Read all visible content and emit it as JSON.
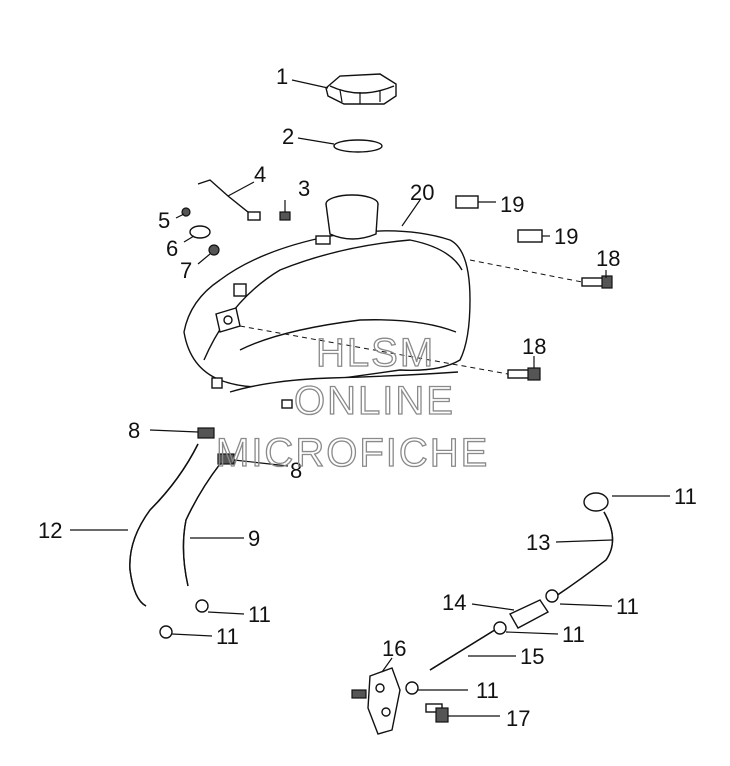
{
  "callouts": {
    "c1": "1",
    "c2": "2",
    "c3": "3",
    "c4": "4",
    "c5": "5",
    "c6": "6",
    "c7": "7",
    "c8a": "8",
    "c8b": "8",
    "c9": "9",
    "c11a": "11",
    "c11b": "11",
    "c11c": "11",
    "c11d": "11",
    "c11e": "11",
    "c11f": "11",
    "c12": "12",
    "c13": "13",
    "c14": "14",
    "c15": "15",
    "c16": "16",
    "c17": "17",
    "c18a": "18",
    "c18b": "18",
    "c19a": "19",
    "c19b": "19",
    "c20": "20"
  },
  "watermark": {
    "line1": "HLSM",
    "line2": "ONLINE",
    "line3": "MICROFICHE"
  }
}
